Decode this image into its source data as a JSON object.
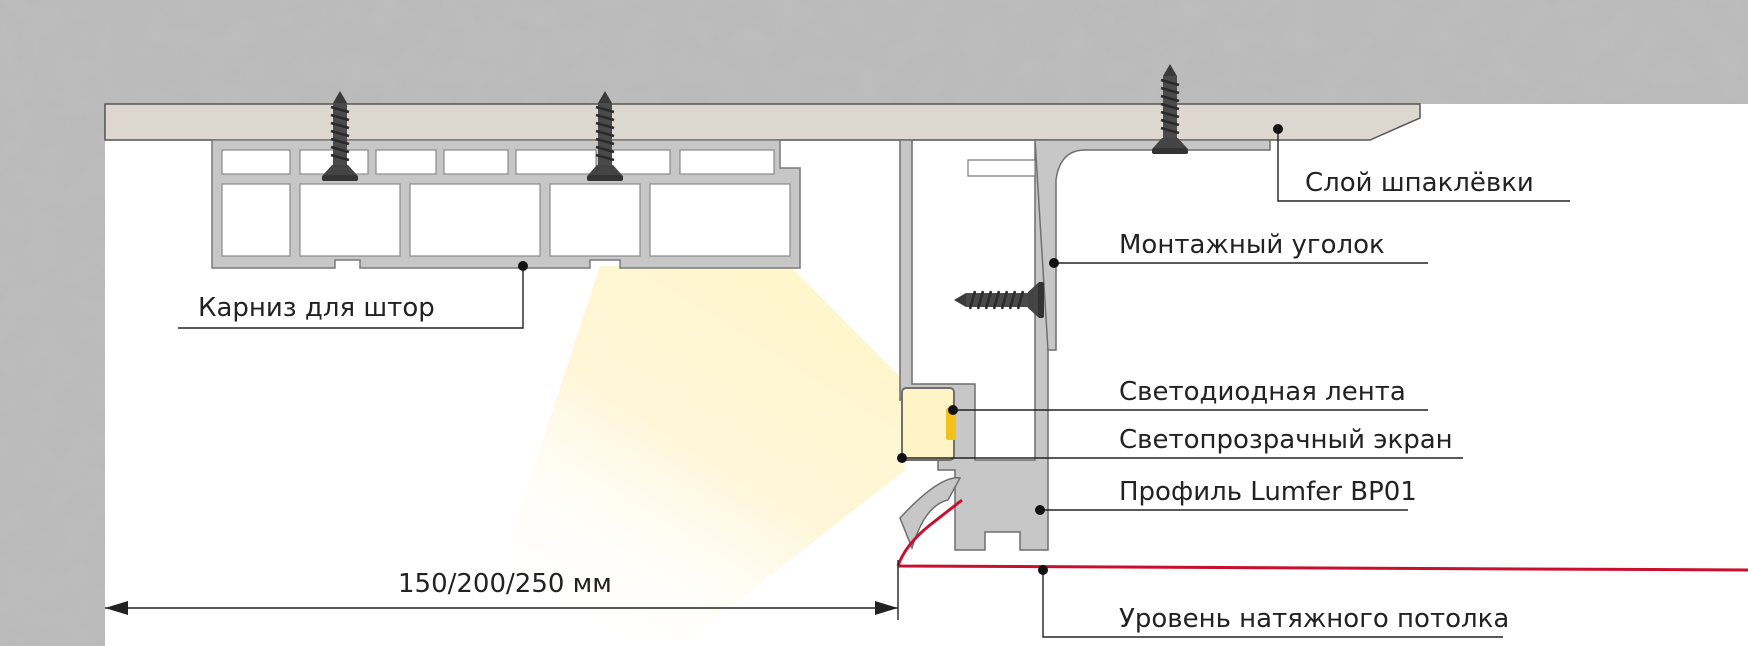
{
  "labels": {
    "plaster_layer": "Слой шпаклёвки",
    "mounting_angle": "Монтажный уголок",
    "curtain_rail": "Карниз для штор",
    "led_strip": "Светодиодная лента",
    "diffuser_screen": "Светопрозрачный экран",
    "profile": "Профиль Lumfer BP01",
    "dimension": "150/200/250 мм",
    "ceiling_level": "Уровень натяжного потолка"
  },
  "colors": {
    "concrete": "#b9b9b9",
    "plaster": "#dcd8cf",
    "aluminum": "#c7c7c7",
    "stretch_ceiling": "#c8102e",
    "led": "#f2c21a",
    "glow": "#fff2bf"
  },
  "icons": [
    "screw-icon",
    "leader-dot-icon",
    "dimension-arrow-icon"
  ]
}
